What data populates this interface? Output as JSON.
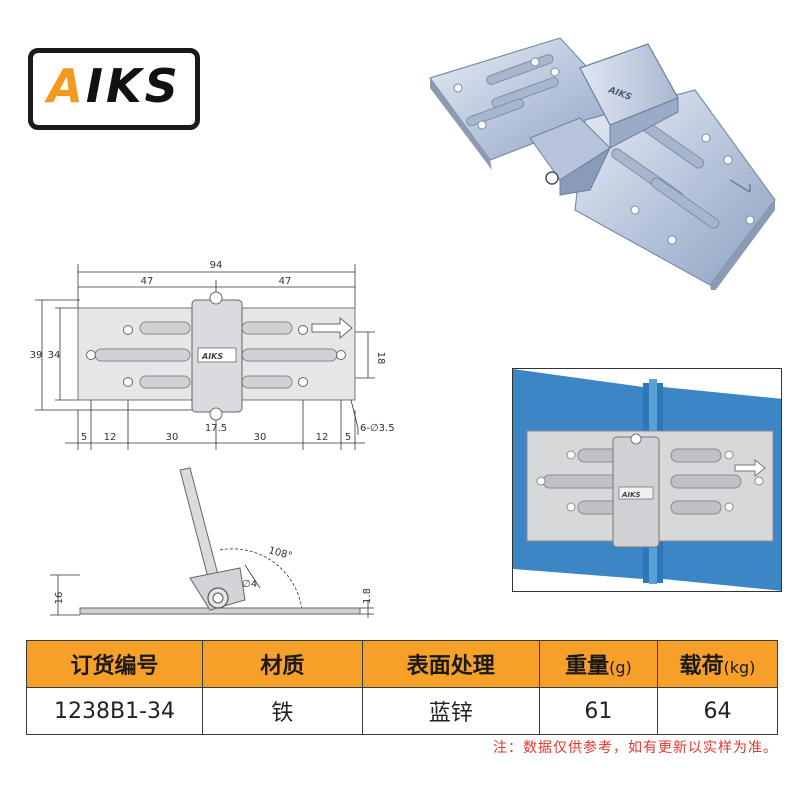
{
  "logo": {
    "brand_a": "A",
    "brand_rest": "IKS"
  },
  "drawing": {
    "overall_width": "94",
    "half_left": "47",
    "half_right": "47",
    "height_outer": "39",
    "height_inner": "34",
    "hole_span": "18",
    "bottom_dims": [
      "5",
      "12",
      "30",
      "17.5",
      "30",
      "12",
      "5"
    ],
    "hole_callout": "6-∅3.5",
    "side_height": "16",
    "thickness": "1.8",
    "pin_dia": "∅4",
    "angle": "108°"
  },
  "table": {
    "headers": {
      "order_no": "订货编号",
      "material": "材质",
      "finish": "表面处理",
      "weight": "重量",
      "weight_unit": "(g)",
      "load": "载荷",
      "load_unit": "(kg)"
    },
    "row": {
      "order_no": "1238B1-34",
      "material": "铁",
      "finish": "蓝锌",
      "weight": "61",
      "load": "64"
    }
  },
  "note": "注：数据仅供参考，如有更新以实样为准。",
  "colors": {
    "accent": "#f6a02a",
    "note": "#e0392b",
    "panel_blue": "#3d86c6",
    "plate_steel": "#c8ccd4"
  }
}
